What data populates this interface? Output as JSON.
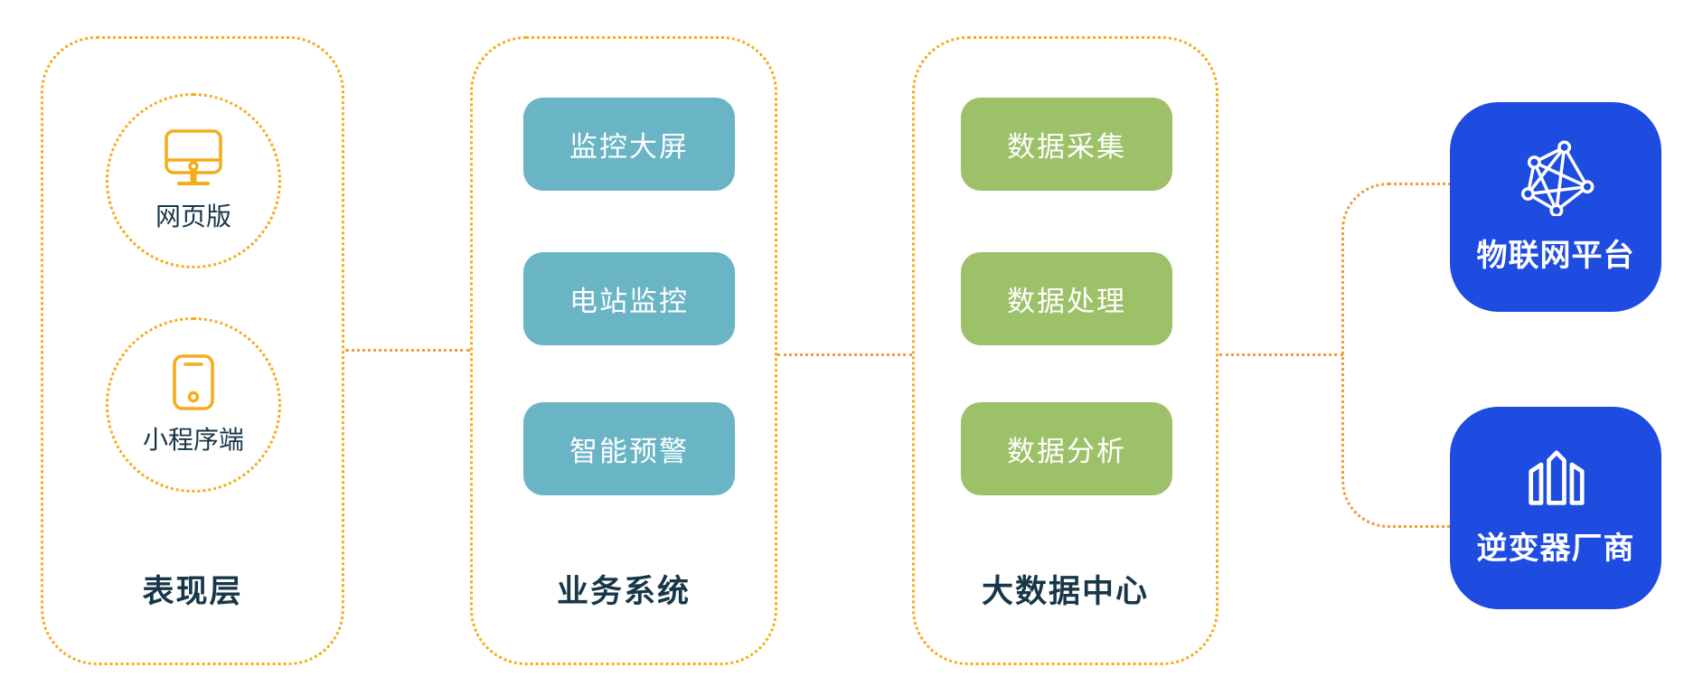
{
  "colors": {
    "panel_border": "#F4AC1C",
    "connector": "#EE9D40",
    "teal_button": "#69B4C5",
    "green_button": "#9DC169",
    "platform_blue": "#1E4BE0",
    "dark_text": "#173748"
  },
  "presentation_layer": {
    "label": "表现层",
    "items": [
      {
        "label": "网页版",
        "icon": "monitor-icon"
      },
      {
        "label": "小程序端",
        "icon": "mobile-icon"
      }
    ]
  },
  "business_system": {
    "label": "业务系统",
    "items": [
      {
        "label": "监控大屏"
      },
      {
        "label": "电站监控"
      },
      {
        "label": "智能预警"
      }
    ]
  },
  "big_data_center": {
    "label": "大数据中心",
    "items": [
      {
        "label": "数据采集"
      },
      {
        "label": "数据处理"
      },
      {
        "label": "数据分析"
      }
    ]
  },
  "external_platforms": [
    {
      "label": "物联网平台",
      "icon": "network-icon"
    },
    {
      "label": "逆变器厂商",
      "icon": "building-icon"
    }
  ]
}
